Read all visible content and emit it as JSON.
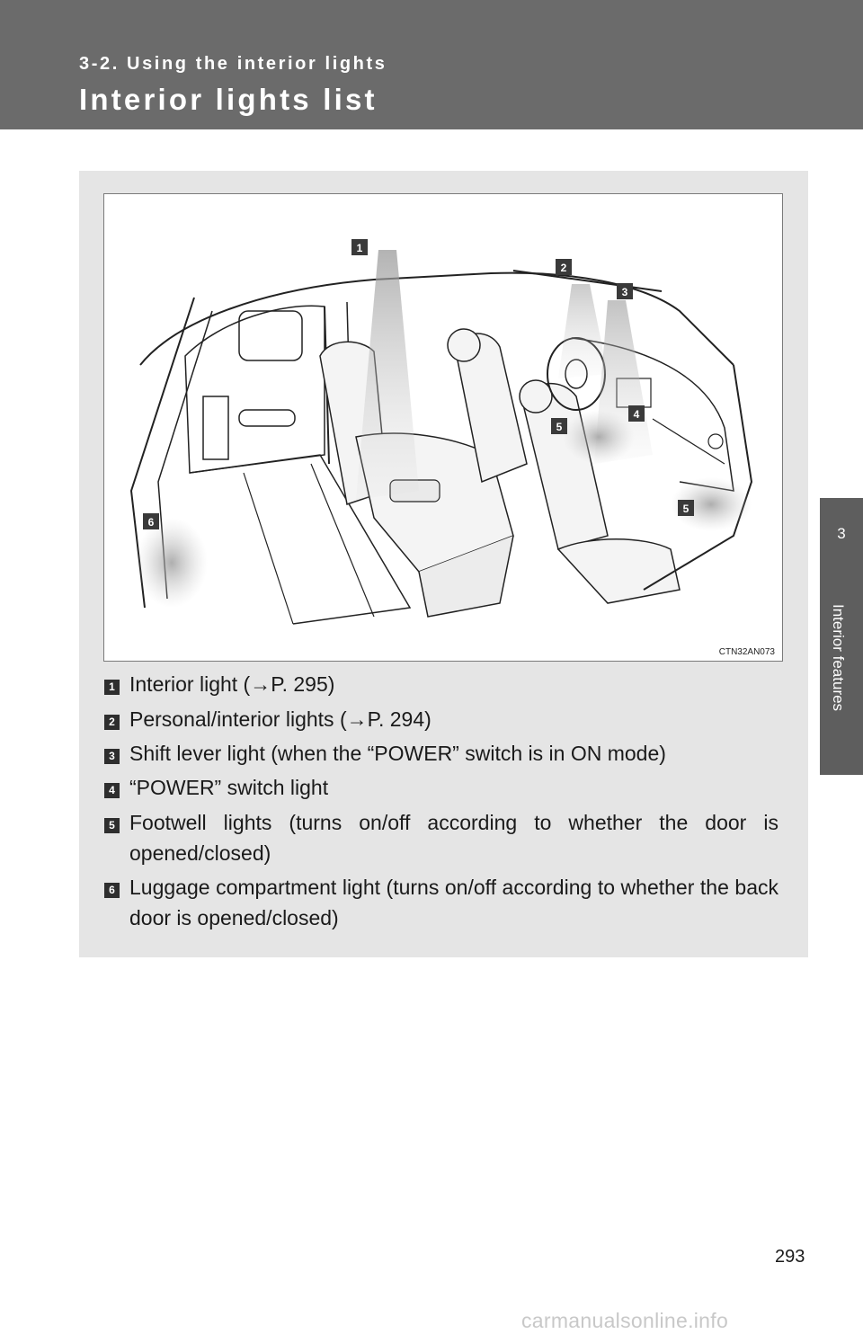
{
  "header": {
    "section_label": "3-2. Using the interior lights",
    "page_title": "Interior lights list"
  },
  "side_tab": {
    "number": "3",
    "label": "Interior features"
  },
  "illustration": {
    "code": "CTN32AN073",
    "callouts": [
      "1",
      "2",
      "3",
      "4",
      "5",
      "5",
      "6"
    ]
  },
  "items": [
    {
      "num": "1",
      "text": "Interior light (→P. 295)"
    },
    {
      "num": "2",
      "text": "Personal/interior lights (→P. 294)"
    },
    {
      "num": "3",
      "text": "Shift lever light (when the “POWER” switch is in ON mode)"
    },
    {
      "num": "4",
      "text": "“POWER” switch light"
    },
    {
      "num": "5",
      "text": "Footwell lights (turns on/off according to whether the door is opened/closed)"
    },
    {
      "num": "6",
      "text": "Luggage compartment light (turns on/off according to whether the back door is opened/closed)"
    }
  ],
  "page_number": "293",
  "watermark": "carmanualsonline.info"
}
